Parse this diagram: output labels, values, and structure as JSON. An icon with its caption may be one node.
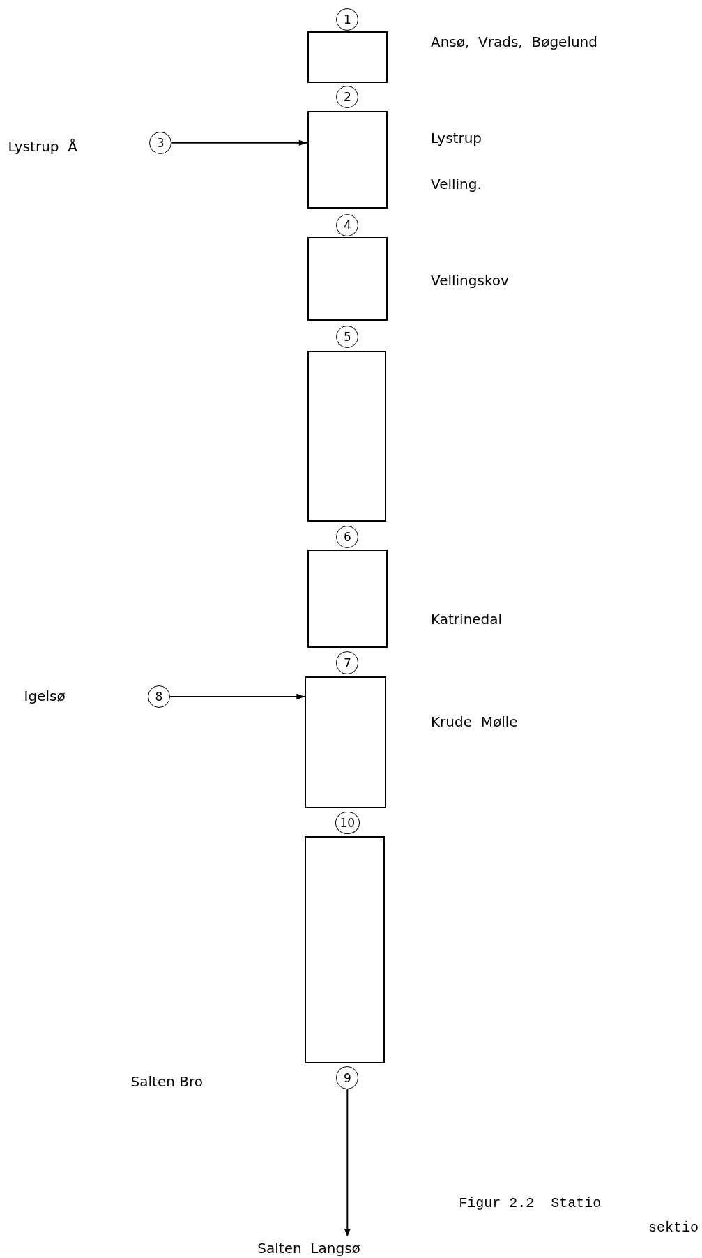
{
  "diagram": {
    "nodes": [
      {
        "text": [
          "1"
        ]
      },
      {
        "text": [],
        "shape": "box",
        "beside": [
          "Ansø,  Vrads,  Bøgelund"
        ]
      },
      {
        "text": [
          "2"
        ]
      },
      {
        "text": [
          "3"
        ]
      },
      {
        "text": [],
        "shape": "box",
        "beside": [
          "Lystrup",
          "Velling."
        ]
      },
      {
        "text": [
          "4"
        ]
      },
      {
        "text": [],
        "shape": "box",
        "beside": [
          "Vellingskov"
        ]
      },
      {
        "text": [
          "5"
        ]
      },
      {
        "text": [],
        "shape": "box"
      },
      {
        "text": [
          "6"
        ]
      },
      {
        "text": [],
        "shape": "box",
        "beside": [
          "Katrinedal"
        ]
      },
      {
        "text": [
          "7"
        ]
      },
      {
        "text": [
          "8"
        ]
      },
      {
        "text": [],
        "shape": "box",
        "beside": [
          "Krude  Mølle"
        ]
      },
      {
        "text": [
          "10"
        ]
      },
      {
        "text": [],
        "shape": "box"
      },
      {
        "text": [
          "9"
        ]
      },
      {
        "text": [
          "Salten  Langsø"
        ]
      }
    ],
    "edges": [
      {
        "from": 3,
        "to": 4,
        "arrow": "to"
      },
      {
        "from": 12,
        "to": 13,
        "arrow": "to"
      },
      {
        "from": 16,
        "to": 17,
        "arrow": "to"
      }
    ],
    "labels": [
      "Lystrup  Å",
      "Igelsø",
      "Salten Bro",
      "Figur 2.2  Statio",
      "sektio"
    ]
  }
}
